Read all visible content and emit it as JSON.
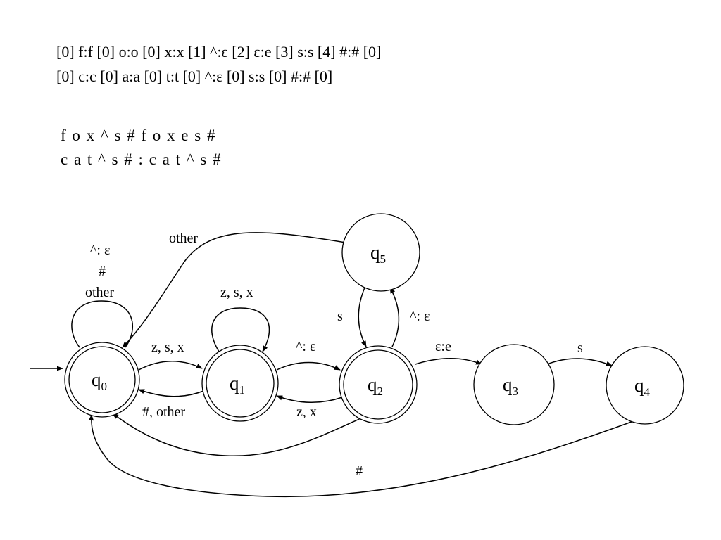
{
  "alignments": [
    "[0] f:f [0] o:o [0] x:x [1] ^:ε [2] ε:e [3] s:s [4] #:# [0]",
    "[0] c:c [0] a:a [0] t:t [0] ^:ε [0] s:s [0] #:# [0]"
  ],
  "examples": [
    "f o x ^ s # f o x e s #",
    "c a t ^ s # : c a t ^ s #"
  ],
  "states": {
    "q0": {
      "base": "q",
      "sub": "0"
    },
    "q1": {
      "base": "q",
      "sub": "1"
    },
    "q2": {
      "base": "q",
      "sub": "2"
    },
    "q3": {
      "base": "q",
      "sub": "3"
    },
    "q4": {
      "base": "q",
      "sub": "4"
    },
    "q5": {
      "base": "q",
      "sub": "5"
    }
  },
  "edge_labels": {
    "q0_self_1": "^: ε",
    "q0_self_2": "#",
    "q0_self_3": "other",
    "q1_self": "z, s, x",
    "q0_to_q1": "z, s, x",
    "q1_to_q0": "#, other",
    "q1_to_q2": "^: ε",
    "q2_to_q1": "z, x",
    "q2_to_q5": "^: ε",
    "q5_to_q2": "s",
    "q5_to_q0": "other",
    "q2_to_q3": "ε:e",
    "q3_to_q4": "s",
    "q4_to_q0": "#"
  }
}
